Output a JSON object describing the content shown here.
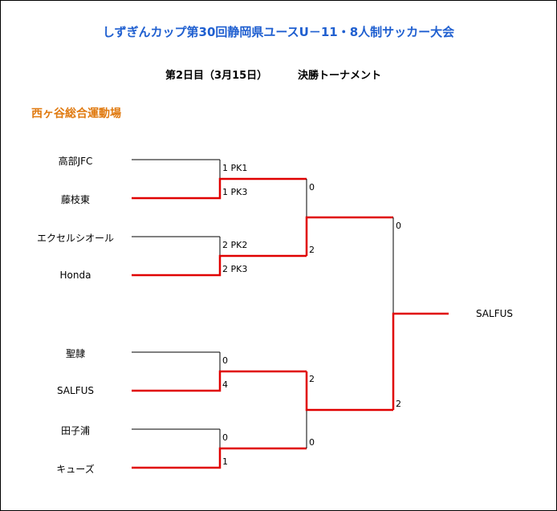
{
  "header": {
    "title": "しずぎんカップ第30回静岡県ユースU－11・8人制サッカー大会",
    "day": "第2日目（3月15日）",
    "round": "決勝トーナメント",
    "venue": "西ヶ谷総合運動場"
  },
  "teams": [
    "高部JFC",
    "藤枝東",
    "エクセルシオール",
    "Honda",
    "聖隷",
    "SALFUS",
    "田子浦",
    "キューズ"
  ],
  "first_round_scores": [
    "1 PK1",
    "1 PK3",
    "2 PK2",
    "2 PK3",
    "0",
    "4",
    "0",
    "1"
  ],
  "semi_scores": [
    "0",
    "2",
    "2",
    "0"
  ],
  "final_scores": [
    "0",
    "2"
  ],
  "champion": "SALFUS",
  "colors": {
    "title": "#1f5fd0",
    "venue": "#e07a10",
    "winner_line": "#e00000",
    "line": "#000000"
  }
}
